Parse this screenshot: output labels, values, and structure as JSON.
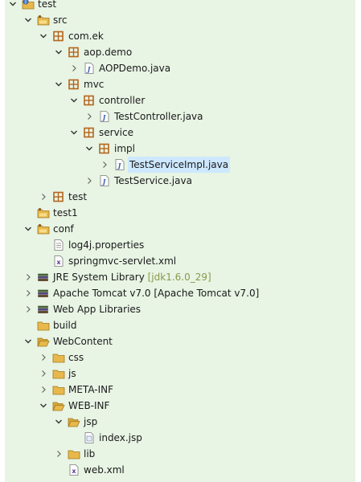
{
  "tree": {
    "items": [
      {
        "label": "test",
        "decoration": "",
        "icon": "java-project-icon",
        "depth": 0,
        "state": "expanded",
        "selected": false
      },
      {
        "label": "src",
        "decoration": "",
        "icon": "source-folder-icon",
        "depth": 1,
        "state": "expanded",
        "selected": false
      },
      {
        "label": "com.ek",
        "decoration": "",
        "icon": "package-icon",
        "depth": 2,
        "state": "expanded",
        "selected": false
      },
      {
        "label": "aop.demo",
        "decoration": "",
        "icon": "package-icon",
        "depth": 3,
        "state": "expanded",
        "selected": false
      },
      {
        "label": "AOPDemo.java",
        "decoration": "",
        "icon": "java-file-icon",
        "depth": 4,
        "state": "collapsed",
        "selected": false
      },
      {
        "label": "mvc",
        "decoration": "",
        "icon": "package-icon",
        "depth": 3,
        "state": "expanded",
        "selected": false
      },
      {
        "label": "controller",
        "decoration": "",
        "icon": "package-icon",
        "depth": 4,
        "state": "expanded",
        "selected": false
      },
      {
        "label": "TestController.java",
        "decoration": "",
        "icon": "java-file-icon",
        "depth": 5,
        "state": "collapsed",
        "selected": false
      },
      {
        "label": "service",
        "decoration": "",
        "icon": "package-icon",
        "depth": 4,
        "state": "expanded",
        "selected": false
      },
      {
        "label": "impl",
        "decoration": "",
        "icon": "package-icon",
        "depth": 5,
        "state": "expanded",
        "selected": false
      },
      {
        "label": "TestServiceImpl.java",
        "decoration": "",
        "icon": "java-file-icon",
        "depth": 6,
        "state": "collapsed",
        "selected": true
      },
      {
        "label": "TestService.java",
        "decoration": "",
        "icon": "java-file-icon",
        "depth": 5,
        "state": "collapsed",
        "selected": false
      },
      {
        "label": "test",
        "decoration": "",
        "icon": "package-icon",
        "depth": 2,
        "state": "collapsed",
        "selected": false
      },
      {
        "label": "test1",
        "decoration": "",
        "icon": "source-folder-icon",
        "depth": 1,
        "state": "none",
        "selected": false
      },
      {
        "label": "conf",
        "decoration": "",
        "icon": "source-folder-icon",
        "depth": 1,
        "state": "expanded",
        "selected": false
      },
      {
        "label": "log4j.properties",
        "decoration": "",
        "icon": "properties-file-icon",
        "depth": 2,
        "state": "none",
        "selected": false
      },
      {
        "label": "springmvc-servlet.xml",
        "decoration": "",
        "icon": "xml-file-icon",
        "depth": 2,
        "state": "none",
        "selected": false
      },
      {
        "label": "JRE System Library",
        "decoration": "[jdk1.6.0_29]",
        "icon": "library-icon",
        "depth": 1,
        "state": "collapsed",
        "selected": false
      },
      {
        "label": "Apache Tomcat v7.0 [Apache Tomcat v7.0]",
        "decoration": "",
        "icon": "library-icon",
        "depth": 1,
        "state": "collapsed",
        "selected": false
      },
      {
        "label": "Web App Libraries",
        "decoration": "",
        "icon": "library-icon",
        "depth": 1,
        "state": "collapsed",
        "selected": false
      },
      {
        "label": "build",
        "decoration": "",
        "icon": "folder-icon",
        "depth": 1,
        "state": "none",
        "selected": false
      },
      {
        "label": "WebContent",
        "decoration": "",
        "icon": "open-folder-icon",
        "depth": 1,
        "state": "expanded",
        "selected": false
      },
      {
        "label": "css",
        "decoration": "",
        "icon": "folder-icon",
        "depth": 2,
        "state": "collapsed",
        "selected": false
      },
      {
        "label": "js",
        "decoration": "",
        "icon": "folder-icon",
        "depth": 2,
        "state": "collapsed",
        "selected": false
      },
      {
        "label": "META-INF",
        "decoration": "",
        "icon": "folder-icon",
        "depth": 2,
        "state": "collapsed",
        "selected": false
      },
      {
        "label": "WEB-INF",
        "decoration": "",
        "icon": "open-folder-icon",
        "depth": 2,
        "state": "expanded",
        "selected": false
      },
      {
        "label": "jsp",
        "decoration": "",
        "icon": "open-folder-icon",
        "depth": 3,
        "state": "expanded",
        "selected": false
      },
      {
        "label": "index.jsp",
        "decoration": "",
        "icon": "jsp-file-icon",
        "depth": 4,
        "state": "none",
        "selected": false
      },
      {
        "label": "lib",
        "decoration": "",
        "icon": "folder-icon",
        "depth": 3,
        "state": "collapsed",
        "selected": false
      },
      {
        "label": "web.xml",
        "decoration": "",
        "icon": "xml-file-icon",
        "depth": 3,
        "state": "none",
        "selected": false
      },
      {
        "label": "",
        "decoration": "",
        "icon": "folder-icon",
        "depth": 1,
        "state": "collapsed",
        "selected": false
      }
    ]
  },
  "colors": {
    "background": "#e8f4e4",
    "selection": "#cde8ff",
    "decoration": "#8a9a4a",
    "folder": "#e8b84a",
    "package": "#b5651d",
    "java_file": "#3a66b0",
    "library": "#6a4a2a"
  }
}
